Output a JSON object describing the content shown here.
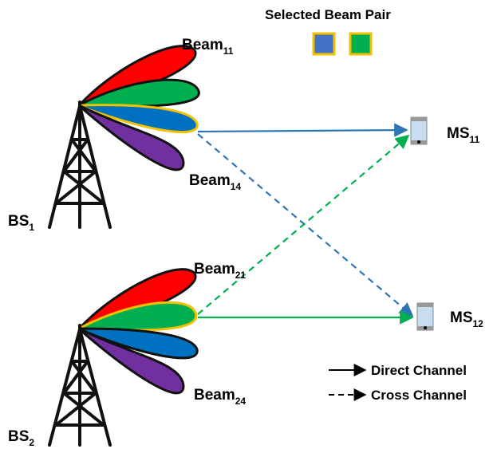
{
  "legend_title": "Selected Beam Pair",
  "legend_colors": [
    "#4472C4",
    "#00B050"
  ],
  "legend_border": "#F2C200",
  "beam_colors": [
    "#FF0000",
    "#00B050",
    "#0070C0",
    "#7030A0"
  ],
  "selected_beam_border": "#F2C200",
  "bs1": {
    "label": "BS",
    "sub": "1",
    "beam_top": {
      "label": "Beam",
      "sub": "11"
    },
    "beam_bottom": {
      "label": "Beam",
      "sub": "14"
    }
  },
  "bs2": {
    "label": "BS",
    "sub": "2",
    "beam_top": {
      "label": "Beam",
      "sub": "21"
    },
    "beam_bottom": {
      "label": "Beam",
      "sub": "24"
    }
  },
  "ms1": {
    "label": "MS",
    "sub": "11"
  },
  "ms2": {
    "label": "MS",
    "sub": "12"
  },
  "channel_legend": {
    "direct": "Direct Channel",
    "cross": "Cross Channel"
  },
  "channel_colors": {
    "bs1_direct": "#2E75B6",
    "bs2_direct": "#00B050"
  }
}
